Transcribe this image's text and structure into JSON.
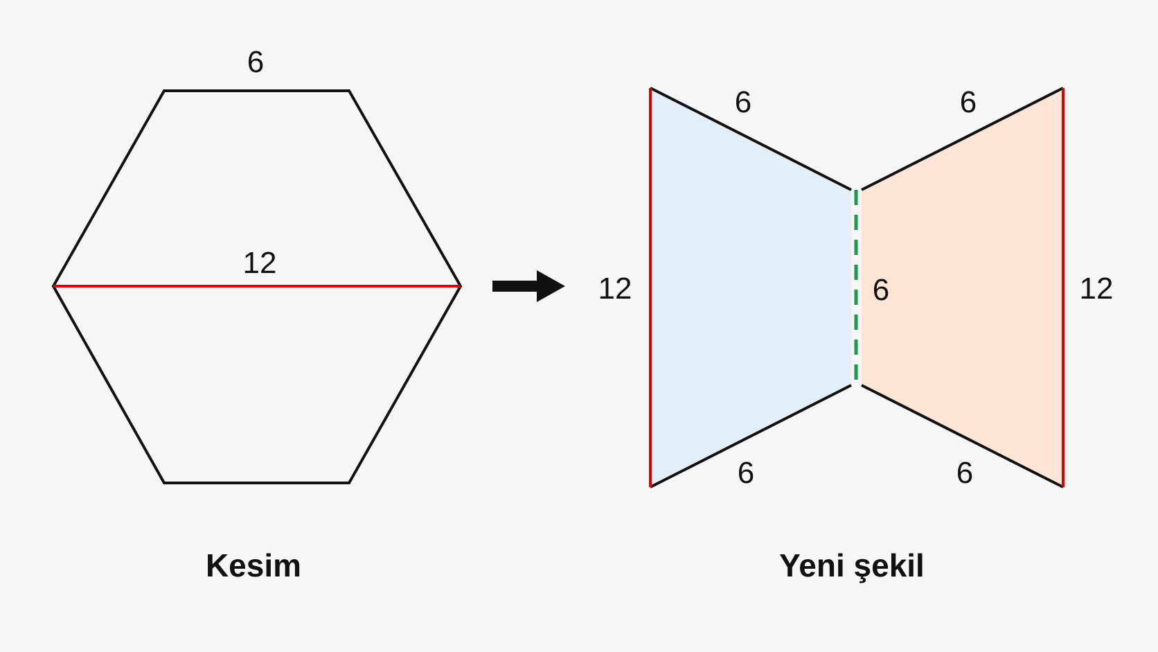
{
  "colors": {
    "background": "#f6f6f6",
    "outline": "#111111",
    "cut_line": "#e00000",
    "join_line": "#1a9a4a",
    "left_piece_fill": "#e2eef8",
    "right_piece_fill": "#fde5d6"
  },
  "left_figure": {
    "shape": "hexagon",
    "top_edge_label": "6",
    "cut_label": "12",
    "caption": "Kesim"
  },
  "arrow": {
    "icon": "right-arrow-icon"
  },
  "right_figure": {
    "shape": "bowtie",
    "left_piece_upper_label": "6",
    "left_piece_lower_label": "6",
    "right_piece_upper_label": "6",
    "right_piece_lower_label": "6",
    "left_side_label": "12",
    "right_side_label": "12",
    "middle_label": "6",
    "caption": "Yeni şekil"
  }
}
